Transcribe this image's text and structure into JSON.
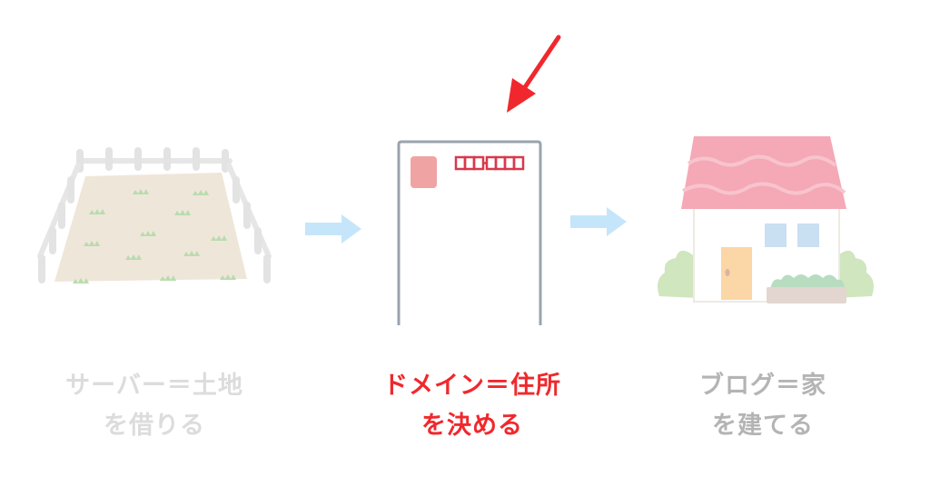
{
  "colors": {
    "background": "#ffffff",
    "highlight_red": "#f0282d",
    "label_muted_light": "#dcdcdc",
    "label_muted_mid": "#b4b4b4",
    "flow_arrow": "#c5e6fa",
    "land": "#efe6da",
    "grass": "#b9dcae",
    "fence": "#e6e6e6",
    "envelope_border": "#9aa4ae",
    "stamp": "#f0a3a3",
    "postal_boxes": "#d8394c",
    "roof": "#f5a8b6",
    "roof_scallop": "#f7c4cd",
    "window": "#c9dff2",
    "door": "#fbd6a6",
    "bush": "#cfe6bf",
    "planter": "#e3d6d0",
    "planter_plants": "#b8dcc0"
  },
  "steps": [
    {
      "id": "server",
      "icon": "fenced-land-icon",
      "label_line1": "サーバー＝土地",
      "label_line2": "を借りる",
      "state": "muted-light"
    },
    {
      "id": "domain",
      "icon": "envelope-icon",
      "label_line1": "ドメイン＝住所",
      "label_line2": "を決める",
      "state": "highlighted"
    },
    {
      "id": "blog",
      "icon": "house-icon",
      "label_line1": "ブログ＝家",
      "label_line2": "を建てる",
      "state": "muted-mid"
    }
  ],
  "connectors": [
    {
      "from": "server",
      "to": "domain",
      "icon": "right-arrow-icon"
    },
    {
      "from": "domain",
      "to": "blog",
      "icon": "right-arrow-icon"
    }
  ],
  "pointer": {
    "target": "domain",
    "icon": "red-pointer-arrow-icon"
  }
}
